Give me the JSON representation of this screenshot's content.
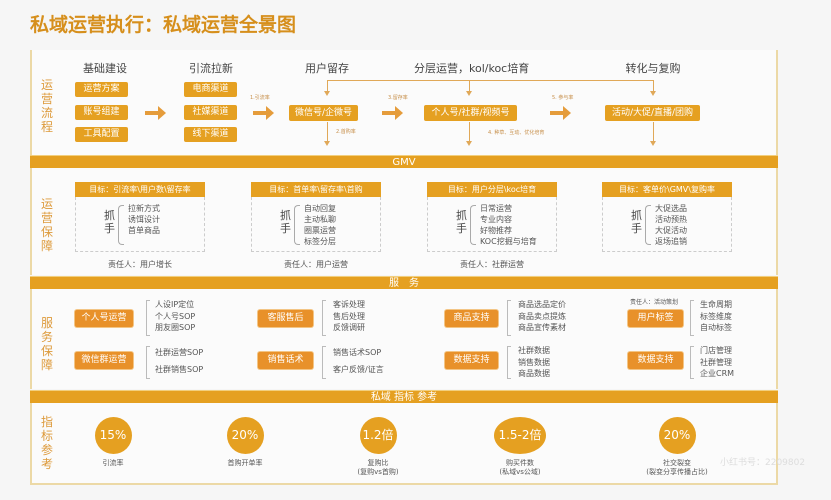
{
  "title": "私域运营执行：私域运营全景图",
  "colors": {
    "accent": "#e5a021",
    "service_box": "#e8912a",
    "label": "#dd9a3b"
  },
  "flow": {
    "label": "运营流程",
    "columns": [
      "基础建设",
      "引流拉新",
      "用户留存",
      "分层运营，kol/koc培育",
      "转化与复购"
    ],
    "base": [
      "运营方案",
      "账号组建",
      "工具配置"
    ],
    "acquire": [
      "电商渠道",
      "社媒渠道",
      "线下渠道"
    ],
    "retain": "微信号/企微号",
    "layer": "个人号/社群/视频号",
    "convert": "活动/大促/直播/团购",
    "steps": [
      "1.引流率",
      "2.首购率",
      "3.留存率",
      "4. 种草、互动、优化培育",
      "5. 参与率"
    ]
  },
  "gmv_bar": "GMV",
  "guarantee": {
    "label": "运营保障",
    "grip": "抓手",
    "cards": [
      {
        "goal": "目标：引流率\\用户数\\留存率",
        "items": [
          "拉新方式",
          "诱饵设计",
          "首单商品"
        ],
        "owner": "责任人：用户增长"
      },
      {
        "goal": "目标：首单率\\留存率\\首购",
        "items": [
          "自动回复",
          "主动私聊",
          "圈票运营",
          "标签分层"
        ],
        "owner": "责任人：用户运营"
      },
      {
        "goal": "目标：用户分层\\koc培育",
        "items": [
          "日常运营",
          "专业内容",
          "好物推荐",
          "KOC挖掘与培育"
        ],
        "owner": "责任人：社群运营"
      },
      {
        "goal": "目标：客单价\\GMV\\复购率",
        "items": [
          "大促选品",
          "活动预热",
          "大促活动",
          "返场追销"
        ],
        "owner": ""
      }
    ]
  },
  "service_bar": "服　务",
  "service": {
    "label": "服务保障",
    "note": "责任人：活动策划",
    "groups": [
      {
        "name": "个人号运营",
        "items": [
          "人设IP定位",
          "个人号SOP",
          "朋友圈SOP"
        ]
      },
      {
        "name": "客服售后",
        "items": [
          "客诉处理",
          "售后处理",
          "反馈调研"
        ]
      },
      {
        "name": "商品支持",
        "items": [
          "商品选品定价",
          "商品卖点提炼",
          "商品宣传素材"
        ]
      },
      {
        "name": "用户标签",
        "items": [
          "生命周期",
          "标签维度",
          "自动标签"
        ]
      },
      {
        "name": "微信群运营",
        "items": [
          "社群运营SOP",
          "社群销售SOP"
        ]
      },
      {
        "name": "销售话术",
        "items": [
          "销售话术SOP",
          "客户反馈/证言"
        ]
      },
      {
        "name": "数据支持",
        "items": [
          "社群数据",
          "销售数据",
          "商品数据"
        ]
      },
      {
        "name": "数据支持",
        "items": [
          "门店管理",
          "社群管理",
          "企业CRM"
        ]
      }
    ]
  },
  "metrics_bar": "私域 指标 参考",
  "metrics": {
    "label": "指标参考",
    "items": [
      {
        "value": "15%",
        "name": "引流率",
        "sub": ""
      },
      {
        "value": "20%",
        "name": "首购开单率",
        "sub": ""
      },
      {
        "value": "1.2倍",
        "name": "复购比",
        "sub": "(复购vs首购)"
      },
      {
        "value": "1.5-2倍",
        "name": "购买件数",
        "sub": "(私域vs公域)"
      },
      {
        "value": "20%",
        "name": "社交裂变",
        "sub": "(裂变分享传播占比)"
      }
    ]
  },
  "watermark": "小红书号：2209802"
}
